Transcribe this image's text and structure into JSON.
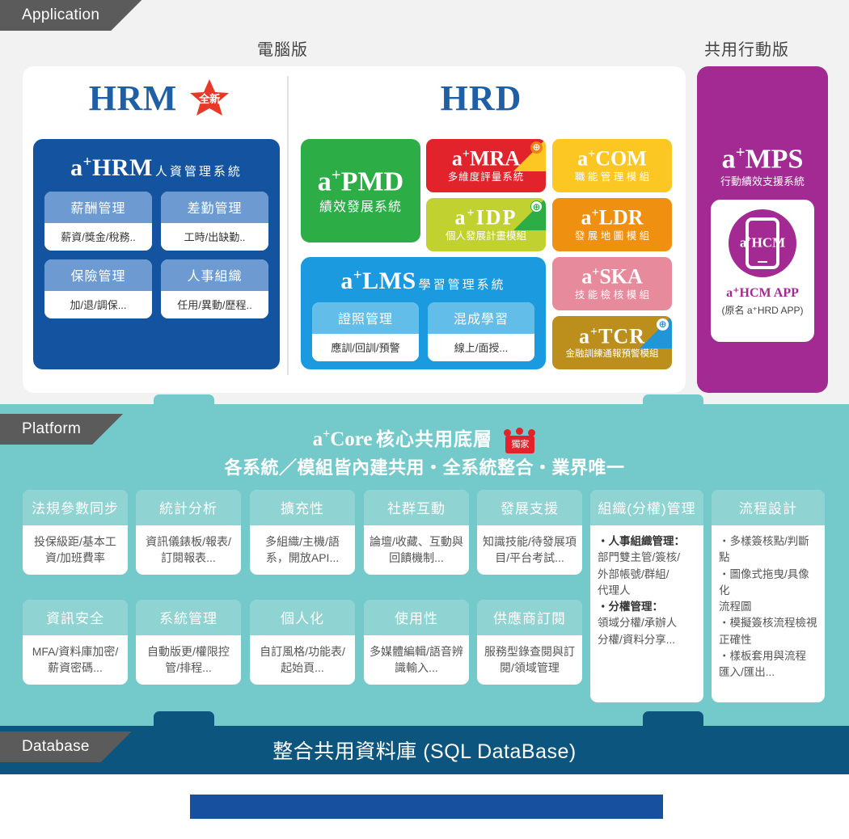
{
  "bands": {
    "application": "Application",
    "platform": "Platform",
    "database": "Database"
  },
  "application": {
    "column_labels": {
      "pc": "電腦版",
      "mobile": "共用行動版"
    },
    "hrm_heading": {
      "word": "HRM",
      "badge": "全新"
    },
    "hrd_heading": "HRD",
    "hrm_panel": {
      "code": "a",
      "sup": "+",
      "name": "HRM",
      "subtitle": "人資管理系統",
      "tiles": [
        {
          "title": "薪酬管理",
          "desc": "薪資/獎金/稅務.."
        },
        {
          "title": "差勤管理",
          "desc": "工時/出缺勤.."
        },
        {
          "title": "保險管理",
          "desc": "加/退/調保..."
        },
        {
          "title": "人事組織",
          "desc": "任用/異動/歷程.."
        }
      ]
    },
    "hrd_modules": [
      {
        "code": "a",
        "sup": "+",
        "name": "PMD",
        "subtitle": "績效發展系統",
        "color": "#2cad45",
        "badge": ""
      },
      {
        "code": "a",
        "sup": "+",
        "name": "MRA",
        "subtitle": "多維度評量系統",
        "color": "#e2232b",
        "badge": "plus"
      },
      {
        "code": "a",
        "sup": "+",
        "name": "IDP",
        "subtitle": "個人發展計畫模組",
        "color": "#c1d12f",
        "badge": "plus"
      },
      {
        "code": "a",
        "sup": "+",
        "name": "COM",
        "subtitle": "職 能 管 理 模 組",
        "color": "#fcc723",
        "badge": ""
      },
      {
        "code": "a",
        "sup": "+",
        "name": "LDR",
        "subtitle": "發 展 地 圖 模 組",
        "color": "#ef9011",
        "badge": ""
      },
      {
        "code": "a",
        "sup": "+",
        "name": "SKA",
        "subtitle": "技 能 檢 核 模 組",
        "color": "#e78a9b",
        "badge": ""
      },
      {
        "code": "a",
        "sup": "+",
        "name": "TCR",
        "subtitle": "金融訓練通報預警模組",
        "color": "#bc8f1d",
        "badge": "plus"
      }
    ],
    "lms_panel": {
      "code": "a",
      "sup": "+",
      "name": "LMS",
      "subtitle": "學習管理系統",
      "tiles": [
        {
          "title": "證照管理",
          "desc": "應訓/回訓/預警"
        },
        {
          "title": "混成學習",
          "desc": "線上/面授..."
        }
      ]
    },
    "mps": {
      "code": "a",
      "sup": "+",
      "name": "MPS",
      "subtitle": "行動績效支援系統",
      "app_icon_label": "HCM",
      "app_name": "a⁺HCM APP",
      "app_note": "(原名 a⁺HRD APP)"
    }
  },
  "platform": {
    "core_en": "Core",
    "core_code": "a",
    "core_sup": "+",
    "core_zh": "核心共用底層",
    "core_badge": "獨家",
    "core_subtitle": "各系統／模組皆內建共用・全系統整合・業界唯一",
    "cards": [
      {
        "title": "法規參數同步",
        "desc": "投保級距/基本工資/加班費率"
      },
      {
        "title": "統計分析",
        "desc": "資訊儀錶板/報表/訂閱報表..."
      },
      {
        "title": "擴充性",
        "desc": "多組織/主機/語系，開放API..."
      },
      {
        "title": "社群互動",
        "desc": "論壇/收藏、互動與回饋機制..."
      },
      {
        "title": "發展支援",
        "desc": "知識技能/待發展項目/平台考試..."
      },
      {
        "title": "資訊安全",
        "desc": "MFA/資料庫加密/薪資密碼..."
      },
      {
        "title": "系統管理",
        "desc": "自動版更/權限控管/排程..."
      },
      {
        "title": "個人化",
        "desc": "自訂風格/功能表/起始頁..."
      },
      {
        "title": "使用性",
        "desc": "多媒體編輯/語音辨識輸入..."
      },
      {
        "title": "供應商訂閱",
        "desc": "服務型錄查閱與訂閱/領域管理"
      }
    ],
    "tall_cards": [
      {
        "title": "組織(分權)管理",
        "lines": [
          "・人事組織管理：",
          "部門雙主管/簽核/",
          "外部帳號/群組/",
          "代理人",
          "・分權管理：",
          "領域分權/承辦人",
          "分權/資料分享..."
        ]
      },
      {
        "title": "流程設計",
        "lines": [
          "・多樣簽核點/判斷點",
          "・圖像式拖曳/具像化",
          "流程圖",
          "・模擬簽核流程檢視",
          "正確性",
          "・樣板套用與流程",
          "匯入/匯出..."
        ]
      }
    ]
  },
  "database": {
    "title": "整合共用資料庫 (SQL DataBase)"
  },
  "colors": {
    "application_bg": "#f2f2f2",
    "platform_bg": "#74c9ca",
    "database_bg": "#0c557e",
    "ribbon": "#5b5b5b",
    "hrm_blue": "#14539f",
    "lms_blue": "#1b9ae0",
    "mps_purple": "#a32a93",
    "accent_red": "#e2232b",
    "bottom_bar": "#17509f"
  }
}
